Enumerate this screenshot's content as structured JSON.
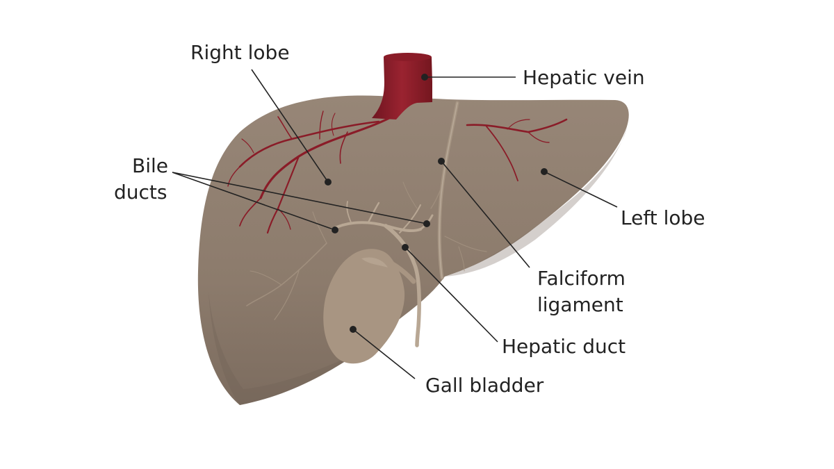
{
  "labels": {
    "right_lobe": "Right lobe",
    "hepatic_vein": "Hepatic vein",
    "bile_ducts_line1": "Bile",
    "bile_ducts_line2": "ducts",
    "left_lobe": "Left lobe",
    "falciform_line1": "Falciform",
    "falciform_line2": "ligament",
    "hepatic_duct": "Hepatic duct",
    "gall_bladder": "Gall bladder"
  },
  "colors": {
    "liver": "#8c7b6c",
    "liver_shadow": "#6f6156",
    "vein": "#8a1c28",
    "duct": "#b8a794",
    "gall_bladder": "#a89582",
    "ligament": "#a59482",
    "text": "#222222"
  }
}
